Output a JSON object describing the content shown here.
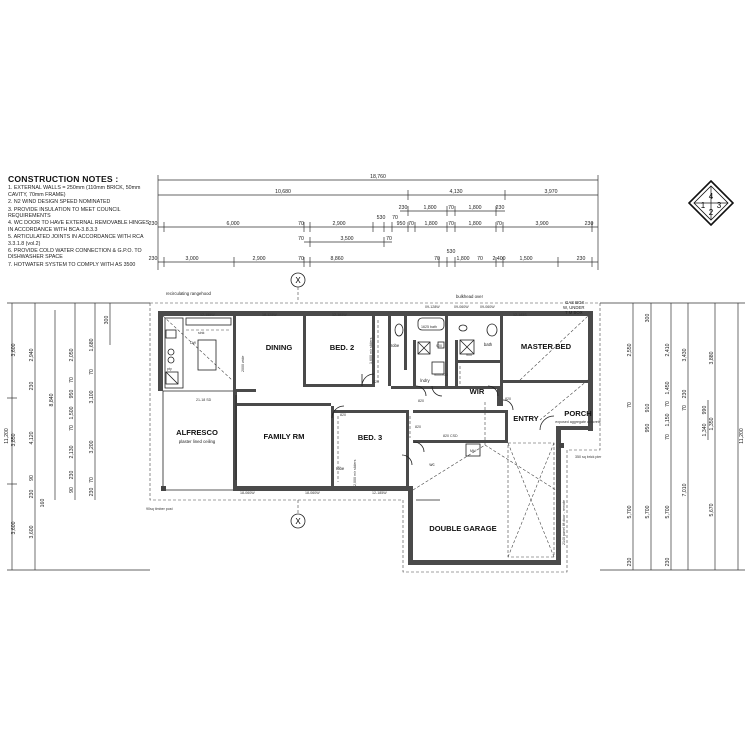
{
  "construction_notes": {
    "title": "CONSTRUCTION NOTES :",
    "items": [
      "1. EXTERNAL WALLS = 250mm (110mm BRICK, 50mm CAVITY, 70mm FRAME)",
      "2. N2 WIND DESIGN SPEED NOMINATED",
      "3. PROVIDE INSULATION TO MEET COUNCIL REQUIREMENTS",
      "4. WC DOOR TO HAVE EXTERNAL REMOVABLE HINGES IN ACCORDANCE WITH BCA-3.8.3.3",
      "5. ARTICULATED JOINTS IN ACCORDANCE WITH RCA 3.3.1.8 (vol.2)",
      "6. PROVIDE COLD WATER CONNECTION & G.P.O. TO DISHWASHER SPACE",
      "7. HOTWATER SYSTEM TO COMPLY WITH AS 3500"
    ]
  },
  "compass": {
    "top": "4",
    "left": "1",
    "right": "3",
    "bottom": "2"
  },
  "dimensions": {
    "overall_width": "18,760",
    "overall_depth": "11,200",
    "row1": [
      "10,680",
      "4,130",
      "3,970"
    ],
    "row2": [
      "230",
      "1,800",
      "70",
      "1,800",
      "230"
    ],
    "row3": [
      "230",
      "6,000",
      "70",
      "2,900",
      "530",
      "70",
      "950",
      "70",
      "1,800",
      "70",
      "1,800",
      "70",
      "3,900",
      "230"
    ],
    "row3b": [
      "70",
      "3,500",
      "70"
    ],
    "row4": [
      "230",
      "3,000",
      "2,900",
      "70",
      "8,860",
      "70",
      "1,800",
      "70",
      "2,400",
      "1,500",
      "230"
    ],
    "row4_extra": "530",
    "left_outer": [
      "3,600",
      "3,850",
      "3,600"
    ],
    "left_mid": [
      "2,940",
      "230",
      "4,120",
      "90",
      "230",
      "3,600"
    ],
    "left_inner": [
      "8,840"
    ],
    "left_in2": [
      "2,050",
      "70",
      "950",
      "1,500",
      "70",
      "2,130",
      "230",
      "90"
    ],
    "left_in3": [
      "1,680",
      "70",
      "3,100",
      "3,200",
      "70",
      "230"
    ],
    "left_in4": [
      "300"
    ],
    "left_in5": [
      "160"
    ],
    "right_1": [
      "2,550",
      "70",
      "5,700",
      "230"
    ],
    "right_2": [
      "300",
      "910",
      "950",
      "5,700"
    ],
    "right_3": [
      "2,410",
      "1,450",
      "70",
      "1,150",
      "70",
      "5,700",
      "230"
    ],
    "right_4": [
      "3,430",
      "230",
      "70",
      "7,010"
    ],
    "right_5": [
      "3,880",
      "1,350",
      "5,670"
    ],
    "right_6": [
      "990",
      "1,340"
    ]
  },
  "rooms": {
    "dining": "DINING",
    "bed2": "BED. 2",
    "master": "MASTER BED",
    "alfresco": "ALFRESCO",
    "alfresco_note": "plaster lined ceiling",
    "family": "FAMILY RM",
    "bed3": "BED. 3",
    "entry": "ENTRY",
    "porch": "PORCH",
    "porch_note": "exposed aggregate concrete",
    "garage": "DOUBLE GARAGE",
    "wir": "WIR",
    "robe": "robe",
    "robe2": "robe",
    "lndry": "lndry",
    "bath": "bath",
    "wc": "wc"
  },
  "annotations": {
    "rangehood": "recirculating rangehood",
    "bulkhead": "bulkhead over",
    "gas_box": "GAS BOX",
    "meter_box": "T M BOX",
    "meter_box2": "W, UNDER",
    "window_top1": "12-155W",
    "window_top2": "18-125W",
    "window_top3": "12-185W",
    "window_top4": "09-128W",
    "window_top5": "09-060W",
    "window_top6": "09-060W",
    "window_top7": "12-185S",
    "sliding": "21-18 SD",
    "window_bot1": "18-060W",
    "window_bot2": "18-060W",
    "window_bot3": "12-185W",
    "post": "90sq timber post",
    "brick_pier": "350 sq brick pier",
    "garage_door": "2140 panel lift door - remote",
    "dw": "DW",
    "sink": "sink",
    "pty": "pty",
    "csd": "820 CSD",
    "mh": "MH",
    "d1": "820",
    "d2": "820",
    "d3": "820",
    "d4": "820",
    "d5": "820",
    "robe_doors": "1,600 mir sliders",
    "robe_doors2": "2,000 mir sliders",
    "shower1": "900x900",
    "shower2": "900",
    "shower3": "900",
    "bath_label": "1625 bath",
    "wide": "2000 wide"
  },
  "grid_markers": [
    "X",
    "X"
  ]
}
